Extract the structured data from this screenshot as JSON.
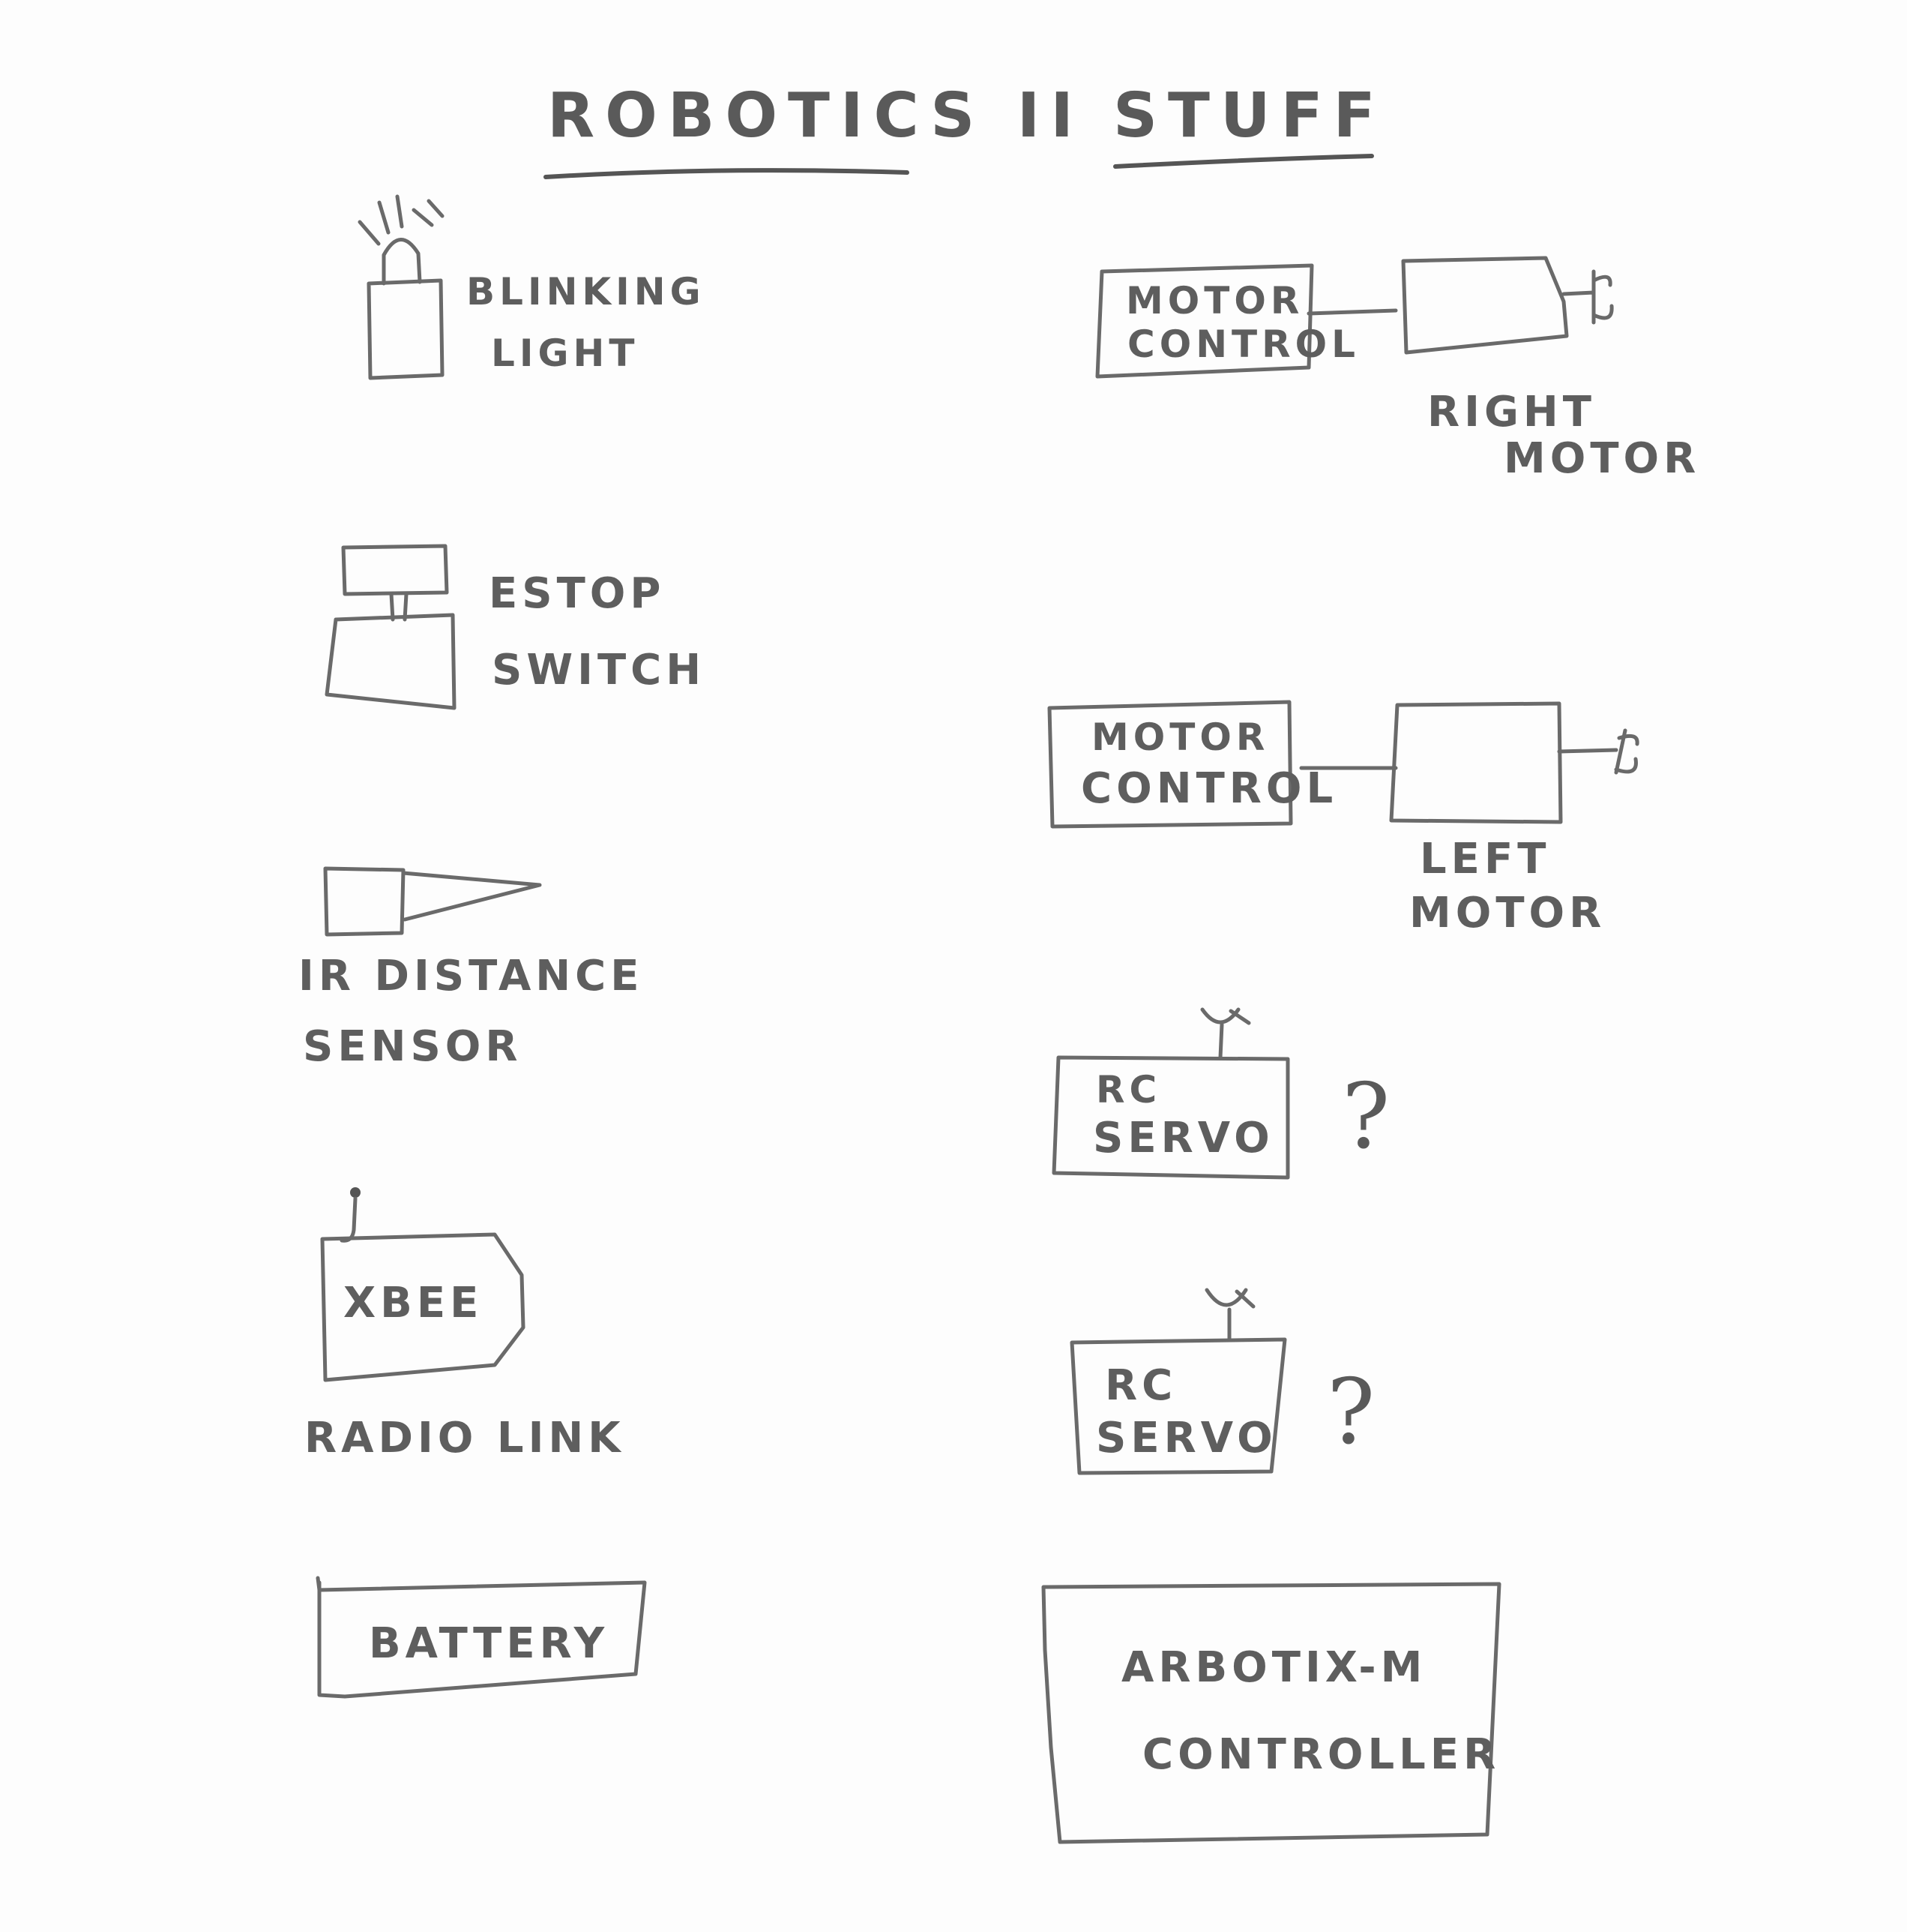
{
  "title": {
    "left": "ROBOTICS II",
    "right": "STUFF"
  },
  "components": {
    "blinking_light": {
      "line1": "BLINKING",
      "line2": "LIGHT"
    },
    "estop_switch": {
      "line1": "ESTOP",
      "line2": "SWITCH"
    },
    "ir_sensor": {
      "line1": "IR DISTANCE",
      "line2": "SENSOR"
    },
    "xbee": {
      "box": "XBEE",
      "caption": "RADIO LINK"
    },
    "battery": {
      "label": "BATTERY"
    },
    "right_motor_control": {
      "line1": "MOTOR",
      "line2": "CONTROL"
    },
    "right_motor": {
      "line1": "RIGHT",
      "line2": "MOTOR"
    },
    "left_motor_control": {
      "line1": "MOTOR",
      "line2": "CONTROL"
    },
    "left_motor": {
      "line1": "LEFT",
      "line2": "MOTOR"
    },
    "servo_1": {
      "line1": "RC",
      "line2": "SERVO",
      "question": "?"
    },
    "servo_2": {
      "line1": "RC",
      "line2": "SERVO",
      "question": "?"
    },
    "controller": {
      "line1": "ARBOTIX-M",
      "line2": "CONTROLLER"
    }
  }
}
